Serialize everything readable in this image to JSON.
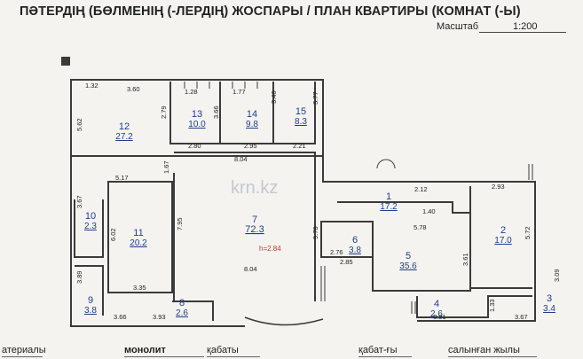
{
  "header": {
    "title": "ПӘТЕРДІҢ (БӨЛМЕНІҢ (-ЛЕРДІҢ) ЖОСПАРЫ / ПЛАН КВАРТИРЫ (КОМНАТ (-Ы)",
    "scale_label": "Масштаб",
    "scale_value": "1:200"
  },
  "rooms": [
    {
      "num": "12",
      "area": "27.2"
    },
    {
      "num": "13",
      "area": "10.0"
    },
    {
      "num": "14",
      "area": "9.8"
    },
    {
      "num": "15",
      "area": "8.3"
    },
    {
      "num": "10",
      "area": "2.3"
    },
    {
      "num": "11",
      "area": "20.2"
    },
    {
      "num": "7",
      "area": "72.3"
    },
    {
      "num": "9",
      "area": "3.8"
    },
    {
      "num": "8",
      "area": "2.6"
    },
    {
      "num": "6",
      "area": "3.8"
    },
    {
      "num": "5",
      "area": "35.6"
    },
    {
      "num": "2",
      "area": "17.0"
    },
    {
      "num": "4",
      "area": "2.6"
    },
    {
      "num": "3",
      "area": "3.4"
    },
    {
      "num": "1",
      "area": "17.2"
    }
  ],
  "dims": [
    "1.32",
    "3.60",
    "1.28",
    "1.77",
    "3.77",
    "5.62",
    "2.79",
    "3.66",
    "3.46",
    "2.80",
    "2.95",
    "2.21",
    "8.04",
    "5.17",
    "1.67",
    "7.95",
    "3.67",
    "6.02",
    "3.35",
    "3.89",
    "9.78",
    "1.40",
    "5.78",
    "2.93",
    "5.72",
    "2.76",
    "2.85",
    "3.61",
    "3.09",
    "3.66",
    "3.93",
    "1.33",
    "3.91",
    "3.67",
    "8.04",
    "2.12"
  ],
  "height_label": "h=2.84",
  "watermark": "krn.kz",
  "footer": {
    "materials": "атериалы",
    "material_value": "монолит",
    "floor": "қабаты",
    "floors_count": "қабат-ғы",
    "year_built": "салынған жылы"
  },
  "colors": {
    "wall": "#3a3a3a",
    "room_label": "#1f3d8c",
    "dim": "#222222"
  }
}
